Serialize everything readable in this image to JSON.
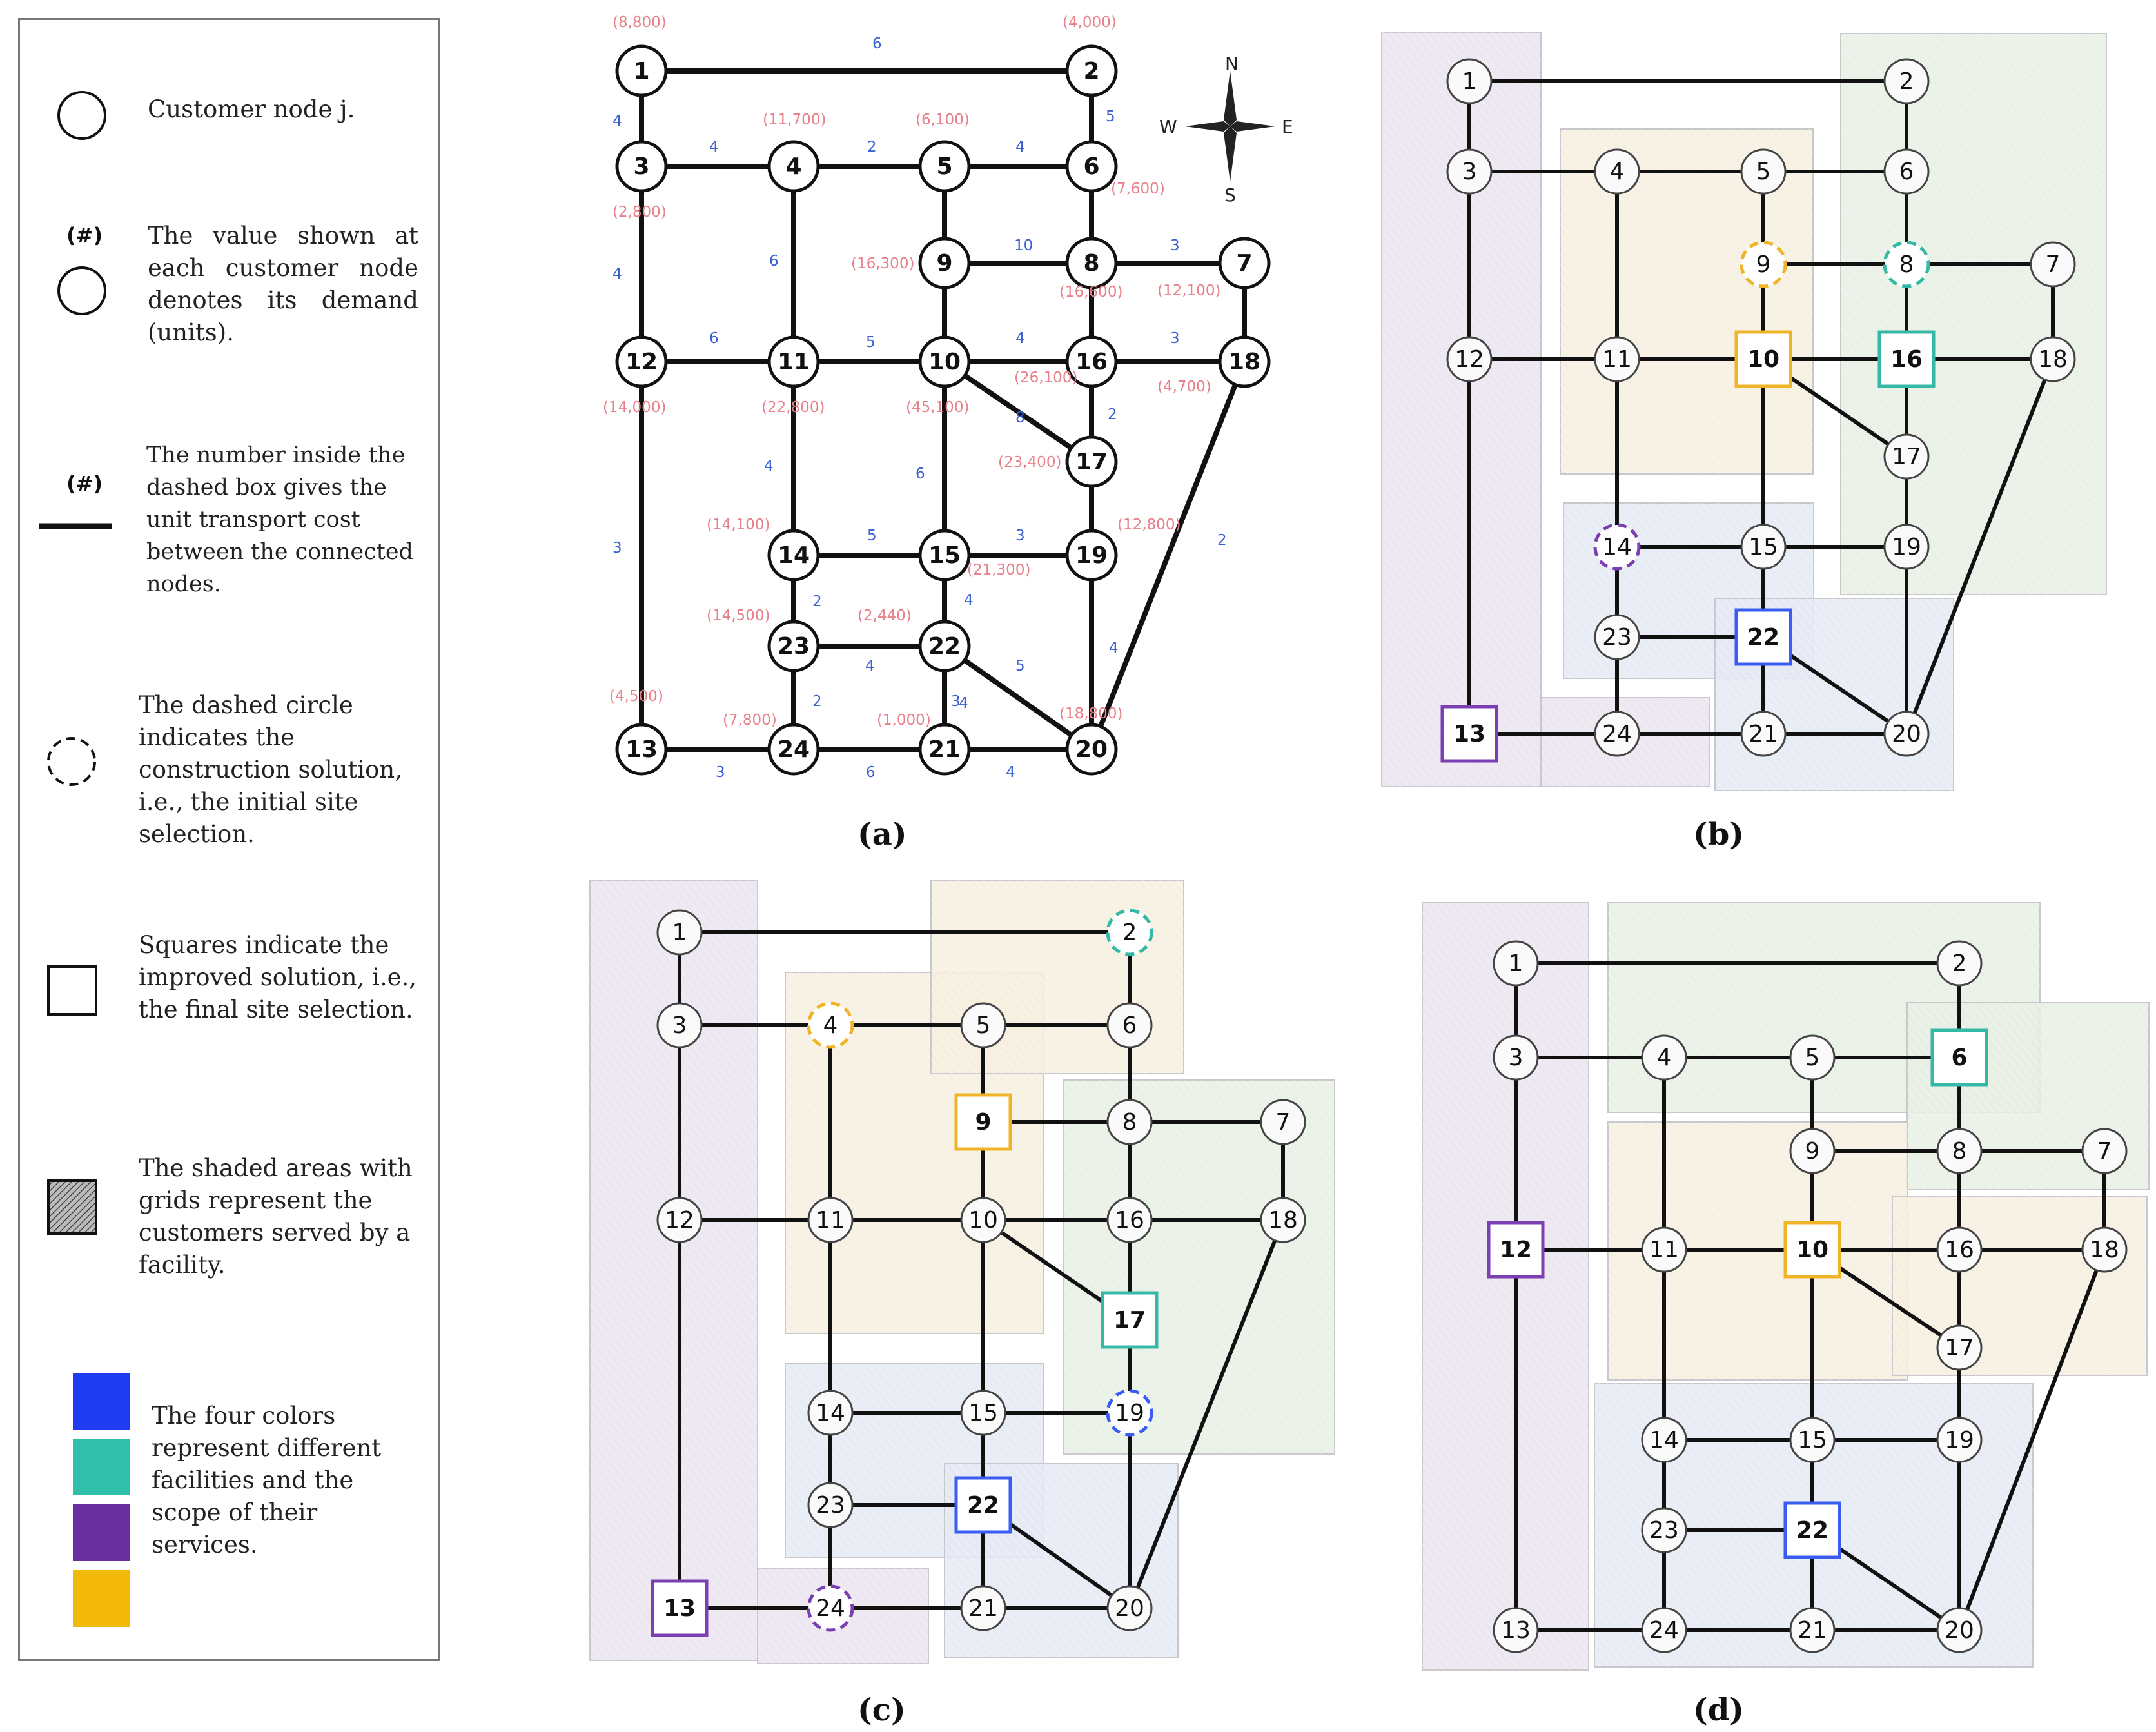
{
  "legend": {
    "customer": "Customer node j.",
    "demand_mark": "(#)",
    "demand": "The value shown at each customer node denotes its demand (units).",
    "cost_mark": "(#)",
    "cost": "The number inside the dashed box gives the unit transport cost between the connected nodes.",
    "dashed": "The dashed circle indicates the construction solution, i.e., the initial site selection.",
    "square": "Squares indicate the improved solution, i.e., the final site selection.",
    "shaded": "The shaded areas with grids represent the customers served by a facility.",
    "colors": "The four colors represent different facilities and the scope of their services.",
    "swatches": [
      "#1f3cf0",
      "#2fbfaa",
      "#6a2f9e",
      "#f2b80a"
    ]
  },
  "compass": {
    "n": "N",
    "s": "S",
    "w": "W",
    "e": "E"
  },
  "panel_labels": {
    "a": "(a)",
    "b": "(b)",
    "c": "(c)",
    "d": "(d)"
  },
  "colors": {
    "purple": "#7a3fb0",
    "teal": "#35b9a6",
    "blue": "#3a5cf0",
    "yellow": "#f0b429"
  },
  "shade_colors": {
    "purple": "#eae3ee",
    "green": "#e6efe3",
    "beige": "#f6efdf",
    "blue": "#e4e9f3"
  },
  "network": {
    "nodes": [
      "1",
      "2",
      "3",
      "4",
      "5",
      "6",
      "7",
      "8",
      "9",
      "10",
      "11",
      "12",
      "13",
      "14",
      "15",
      "16",
      "17",
      "18",
      "19",
      "20",
      "21",
      "22",
      "23",
      "24"
    ],
    "edges": [
      [
        1,
        2
      ],
      [
        1,
        3
      ],
      [
        2,
        6
      ],
      [
        3,
        4
      ],
      [
        4,
        5
      ],
      [
        5,
        6
      ],
      [
        3,
        12
      ],
      [
        4,
        11
      ],
      [
        5,
        9
      ],
      [
        6,
        8
      ],
      [
        9,
        8
      ],
      [
        8,
        7
      ],
      [
        8,
        16
      ],
      [
        7,
        18
      ],
      [
        12,
        11
      ],
      [
        11,
        10
      ],
      [
        10,
        16
      ],
      [
        16,
        18
      ],
      [
        12,
        13
      ],
      [
        11,
        14
      ],
      [
        10,
        15
      ],
      [
        10,
        17
      ],
      [
        16,
        17
      ],
      [
        17,
        19
      ],
      [
        14,
        15
      ],
      [
        15,
        19
      ],
      [
        14,
        23
      ],
      [
        15,
        22
      ],
      [
        23,
        22
      ],
      [
        23,
        24
      ],
      [
        22,
        21
      ],
      [
        22,
        20
      ],
      [
        19,
        20
      ],
      [
        18,
        20
      ],
      [
        13,
        24
      ],
      [
        24,
        21
      ],
      [
        21,
        20
      ],
      [
        9,
        10
      ]
    ]
  },
  "panel_a": {
    "demands": [
      {
        "node": 1,
        "label": "(8,800)"
      },
      {
        "node": 2,
        "label": "(4,000)"
      },
      {
        "node": 4,
        "label": "(11,700)"
      },
      {
        "node": 5,
        "label": "(6,100)"
      },
      {
        "node": 6,
        "label": "(7,600)"
      },
      {
        "node": 3,
        "label": "(2,800)"
      },
      {
        "node": 9,
        "label": "(16,300)"
      },
      {
        "node": 8,
        "label": "(16,600)"
      },
      {
        "node": 7,
        "label": "(12,100)"
      },
      {
        "node": 16,
        "label": "(26,100)"
      },
      {
        "node": 18,
        "label": "(4,700)"
      },
      {
        "node": 12,
        "label": "(14,000)"
      },
      {
        "node": 11,
        "label": "(22,800)"
      },
      {
        "node": 10,
        "label": "(45,100)"
      },
      {
        "node": 17,
        "label": "(23,400)"
      },
      {
        "node": 14,
        "label": "(14,100)"
      },
      {
        "node": 15,
        "label": "(21,300)"
      },
      {
        "node": 19,
        "label": "(12,800)"
      },
      {
        "node": 23,
        "label": "(14,500)"
      },
      {
        "node": 22,
        "label": "(2,440)"
      },
      {
        "node": 13,
        "label": "(4,500)"
      },
      {
        "node": 24,
        "label": "(7,800)"
      },
      {
        "node": 21,
        "label": "(1,000)"
      },
      {
        "node": 20,
        "label": "(18,800)"
      }
    ],
    "costs": [
      "6",
      "4",
      "5",
      "4",
      "2",
      "4",
      "4",
      "6",
      "10",
      "3",
      "6",
      "5",
      "4",
      "3",
      "8",
      "2",
      "4",
      "6",
      "3",
      "5",
      "3",
      "2",
      "4",
      "4",
      "5",
      "4",
      "2",
      "2",
      "4",
      "3",
      "6",
      "4",
      "3"
    ]
  },
  "panel_b": {
    "dashed": [
      {
        "node": 9,
        "color": "yellow"
      },
      {
        "node": 8,
        "color": "teal"
      },
      {
        "node": 14,
        "color": "purple"
      }
    ],
    "squares": [
      {
        "node": 10,
        "color": "yellow"
      },
      {
        "node": 16,
        "color": "teal"
      },
      {
        "node": 22,
        "color": "blue"
      },
      {
        "node": 13,
        "color": "purple"
      }
    ]
  },
  "panel_c": {
    "dashed": [
      {
        "node": 2,
        "color": "teal"
      },
      {
        "node": 4,
        "color": "yellow"
      },
      {
        "node": 19,
        "color": "blue"
      },
      {
        "node": 24,
        "color": "purple"
      }
    ],
    "squares": [
      {
        "node": 9,
        "color": "yellow"
      },
      {
        "node": 17,
        "color": "teal"
      },
      {
        "node": 22,
        "color": "blue"
      },
      {
        "node": 13,
        "color": "purple"
      }
    ]
  },
  "panel_d": {
    "squares": [
      {
        "node": 6,
        "color": "teal"
      },
      {
        "node": 12,
        "color": "purple"
      },
      {
        "node": 10,
        "color": "yellow"
      },
      {
        "node": 22,
        "color": "blue"
      }
    ]
  }
}
